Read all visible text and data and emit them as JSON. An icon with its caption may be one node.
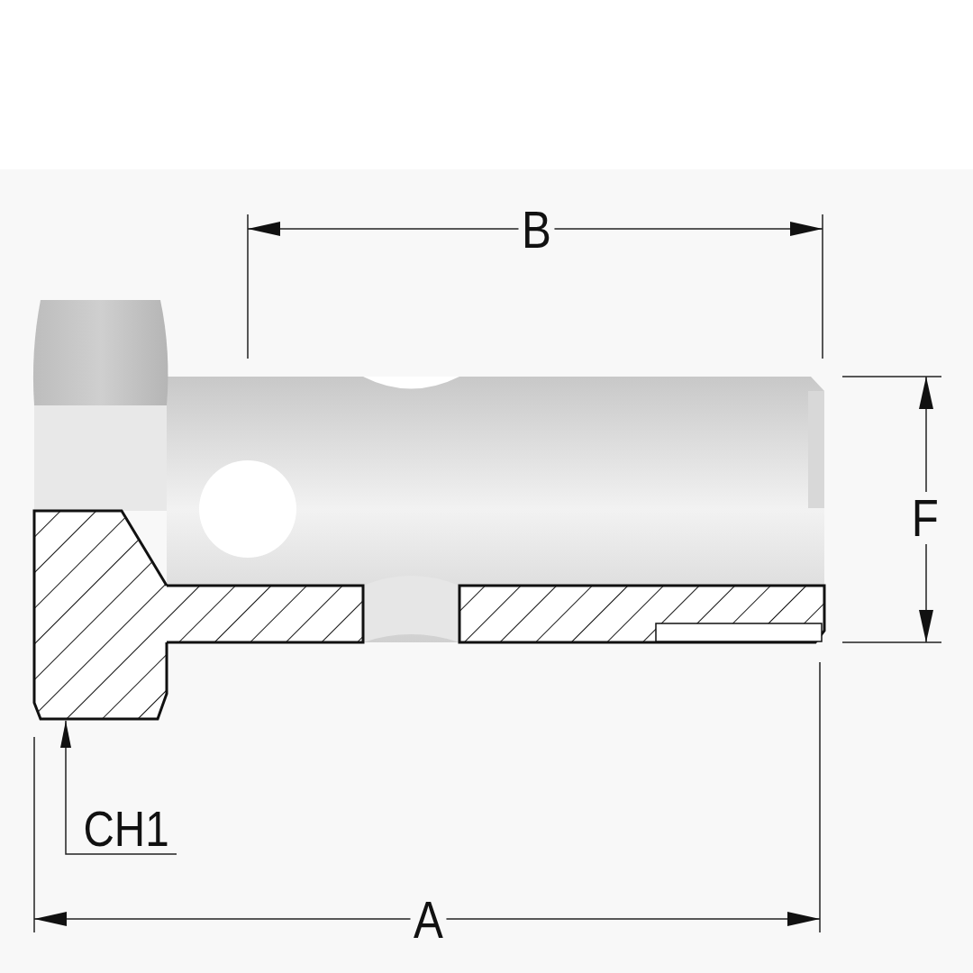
{
  "diagram": {
    "nodes": [
      {
        "text": [
          "CH1"
        ]
      },
      {
        "text": [],
        "shape": "picture"
      }
    ],
    "edges": [
      {
        "from": 0,
        "to": 1,
        "arrow": "to"
      }
    ],
    "labels": [
      "B",
      "F",
      "A"
    ]
  }
}
